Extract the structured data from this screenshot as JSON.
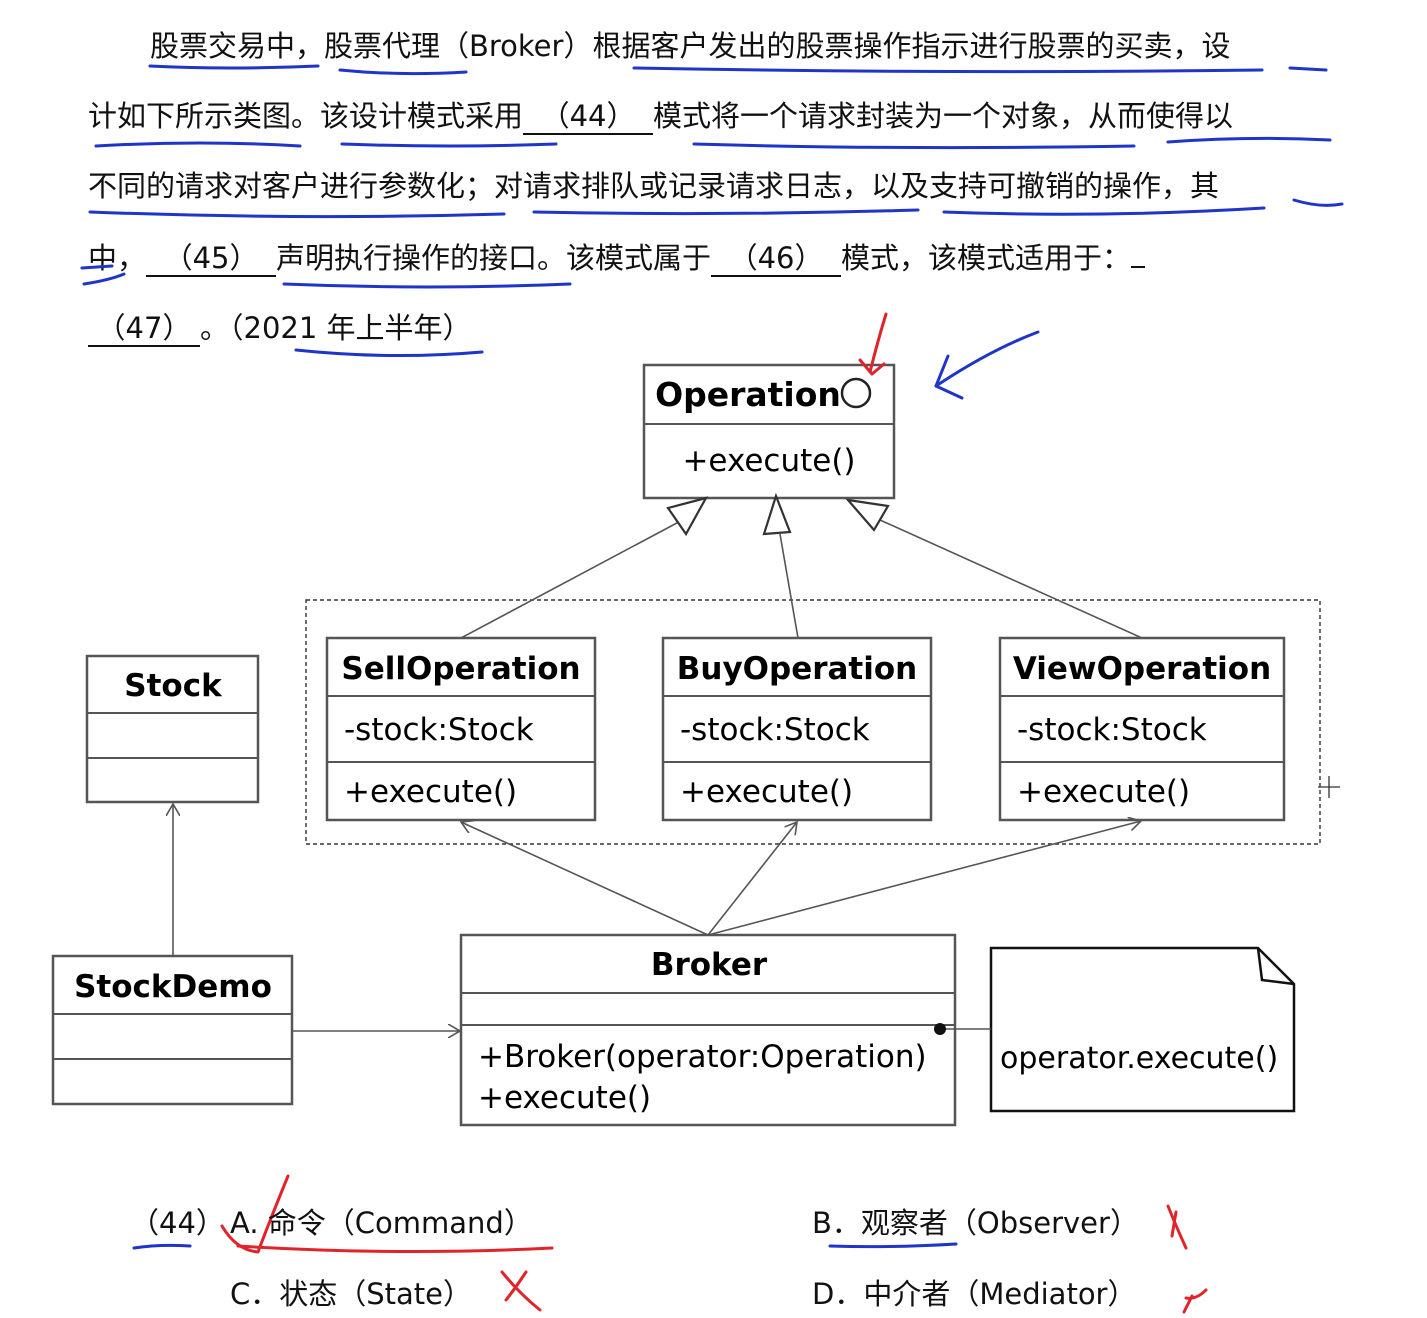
{
  "question": {
    "line1": {
      "a": "股票交易中，股票代理（Broker）根据客户发出的股票操作指示进行股票的买卖，设"
    },
    "line2": {
      "a": "计如下所示类图。该设计模式采用",
      "blank": "（44）",
      "b": "模式将一个请求封装为一个对象，从而使得以"
    },
    "line3": {
      "a": "不同的请求对客户进行参数化；对请求排队或记录请求日志，以及支持可撤销的操作，其"
    },
    "line4": {
      "a": "中，",
      "blank1": "（45）",
      "b": "声明执行操作的接口。该模式属于",
      "blank2": "（46）",
      "c": "模式，该模式适用于："
    },
    "line5": {
      "blank": "（47）",
      "a": "。（2021 年上半年）"
    }
  },
  "diagram": {
    "operation": {
      "name": "Operation",
      "method": "+execute()"
    },
    "sell": {
      "name": "SellOperation",
      "attr": "-stock:Stock",
      "method": "+execute()"
    },
    "buy": {
      "name": "BuyOperation",
      "attr": "-stock:Stock",
      "method": "+execute()"
    },
    "view": {
      "name": "ViewOperation",
      "attr": "-stock:Stock",
      "method": "+execute()"
    },
    "stock": {
      "name": "Stock"
    },
    "stockdemo": {
      "name": "StockDemo"
    },
    "broker": {
      "name": "Broker",
      "method1": "+Broker(operator:Operation)",
      "method2": "+execute()"
    },
    "note": {
      "text": "operator.execute()"
    }
  },
  "options": {
    "number": "（44）",
    "a": {
      "letter": "A.",
      "text": "命令（Command）"
    },
    "b": {
      "letter": "B．",
      "text": "观察者（Observer）"
    },
    "c": {
      "letter": "C．",
      "text": "状态（State）"
    },
    "d": {
      "letter": "D．",
      "text": "中介者（Mediator）"
    }
  },
  "colors": {
    "ink_blue": "#1f35c9",
    "ink_red": "#e0242a",
    "text": "#111111",
    "uml_line": "#555555"
  }
}
